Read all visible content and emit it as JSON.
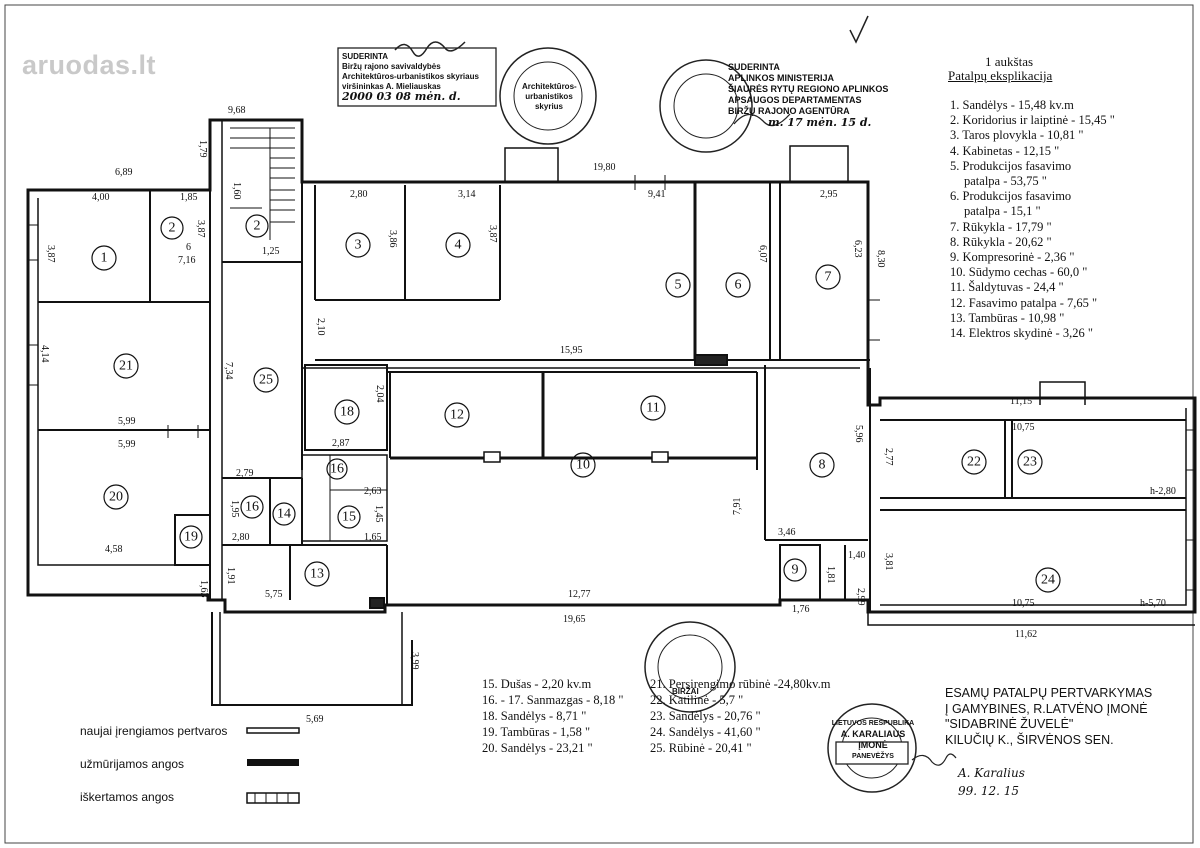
{
  "watermark": "aruodas.lt",
  "explication": {
    "floor": "1 aukštas",
    "title": "Patalpų eksplikacija",
    "items_a": [
      "1. Sandėlys - 15,48 kv.m",
      "2. Koridorius ir laiptinė - 15,45 \"",
      "3. Taros plovykla - 10,81 \"",
      "4. Kabinetas - 12,15 \"",
      "5. Produkcijos fasavimo",
      "patalpa - 53,75 \"",
      "6. Produkcijos fasavimo",
      "patalpa - 15,1 \"",
      "7. Rūkykla - 17,79 \"",
      "8. Rūkykla - 20,62 \"",
      "9. Kompresorinė - 2,36 \"",
      "10. Sūdymo cechas - 60,0 \"",
      "11. Šaldytuvas - 24,4 \"",
      "12. Fasavimo patalpa - 7,65 \"",
      "13. Tambūras - 10,98 \"",
      "14. Elektros skydinė - 3,26 \""
    ],
    "items_b": [
      "15. Dušas - 2,20 kv.m",
      "16. - 17. Sanmazgas - 8,18 \"",
      "18. Sandėlys - 8,71 \"",
      "19. Tambūras - 1,58 \"",
      "20. Sandėlys - 23,21 \""
    ],
    "items_c": [
      "21. Persirengimo rūbinė -24,80kv.m",
      "22. Katilinė - 5,7 \"",
      "23. Sandėlys - 20,76 \"",
      "24. Sandėlys - 41,60 \"",
      "25. Rūbinė - 20,41 \""
    ]
  },
  "stamps": {
    "top_left": {
      "line1": "SUDERINTA",
      "line2": "Biržų rajono savivaldybės",
      "line3": "Architektūros-urbanistikos skyriaus",
      "line4": "viršininkas A. Mieliauskas",
      "date": "2000 03 08 mėn. d."
    },
    "round_top": "Architektūros-urbanistikos skyrius",
    "ministry": {
      "line1": "SUDERINTA",
      "line2": "APLINKOS MINISTERIJA",
      "line3": "ŠIAURĖS RYTŲ REGIONO APLINKOS",
      "line4": "APSAUGOS DEPARTAMENTAS",
      "line5": "BIRŽŲ RAJONO AGENTŪRA",
      "date": "m. 17 mėn. 15 d."
    },
    "bottom_round": "BIRŽAI",
    "company": {
      "line1": "LIETUVOS RESPUBLIKA",
      "line2": "A. KARALIAUS",
      "line3": "ĮMONĖ",
      "line4": "PANEVĖŽYS"
    }
  },
  "title_block": {
    "line1": "ESAMŲ PATALPŲ PERTVARKYMAS",
    "line2": "Į GAMYBINES, R.LATVĖNO ĮMONĖ",
    "line3": "\"SIDABRINĖ ŽUVELĖ\"",
    "line4": "KILUČIŲ K., ŠIRVĖNOS SEN.",
    "signature": "A. Karalius",
    "date": "99. 12. 15"
  },
  "legend": [
    {
      "label": "naujai įrengiamos pertvaros"
    },
    {
      "label": "užmūrijamos angos"
    },
    {
      "label": "iškertamos angos"
    }
  ],
  "rooms": [
    "1",
    "2",
    "2",
    "3",
    "4",
    "5",
    "6",
    "7",
    "8",
    "9",
    "10",
    "11",
    "12",
    "13",
    "14",
    "15",
    "16",
    "16",
    "18",
    "19",
    "20",
    "21",
    "22",
    "23",
    "24",
    "25"
  ],
  "dimensions": [
    "6,89",
    "4,00",
    "1,85",
    "3,87",
    "3,87",
    "6",
    "7,16",
    "9,68",
    "1,79",
    "1,60",
    "1,25",
    "2,80",
    "3,86",
    "3,14",
    "3,87",
    "19,80",
    "9,41",
    "6,07",
    "2,95",
    "6,23",
    "8,30",
    "4,14",
    "5,99",
    "5,99",
    "7,34",
    "2,10",
    "15,95",
    "2,04",
    "2,87",
    "2,79",
    "1,95",
    "2,80",
    "1,63",
    "2,63",
    "1,45",
    "1,65",
    "4,58",
    "1,91",
    "5,75",
    "12,77",
    "19,65",
    "5,69",
    "3,99",
    "7,91",
    "5,96",
    "3,46",
    "1,40",
    "1,81",
    "1,76",
    "2,99",
    "11,15",
    "10,75",
    "2,77",
    "h-2,80",
    "3,81",
    "10,75",
    "h-5,70",
    "11,62"
  ]
}
